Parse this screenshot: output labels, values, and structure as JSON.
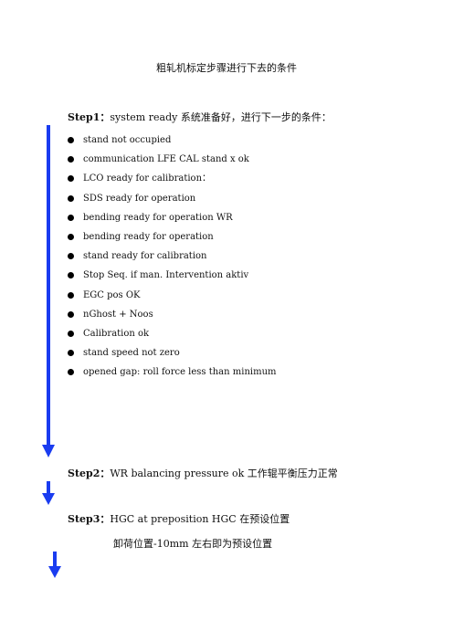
{
  "document": {
    "title": "粗轧机标定步骤进行下去的条件",
    "steps": [
      {
        "label": "Step1",
        "sep": "：",
        "text": "system ready  系统准备好，进行下一步的条件：",
        "conditions": [
          "stand not occupied",
          "communication LFE CAL stand x ok",
          "LCO ready for calibration：",
          "SDS ready for operation",
          "bending ready for operation WR",
          "bending ready for operation",
          "stand ready for calibration",
          "Stop Seq. if man. Intervention aktiv",
          "EGC pos OK",
          "nGhost + Noos",
          "Calibration ok",
          "stand speed not zero",
          "opened gap: roll force less than minimum"
        ]
      },
      {
        "label": "Step2",
        "sep": "：",
        "text": "WR balancing pressure ok    工作辊平衡压力正常"
      },
      {
        "label": "Step3",
        "sep": "：",
        "text": "HGC at preposition HGC 在预设位置",
        "note": "卸荷位置-10mm 左右即为预设位置"
      }
    ]
  },
  "colors": {
    "arrow": "#1a3cf0",
    "text": "#111111",
    "bullet": "#000000"
  },
  "icons": {
    "flow_arrow": "arrow-down-icon",
    "bullet": "bullet-dot-icon"
  }
}
